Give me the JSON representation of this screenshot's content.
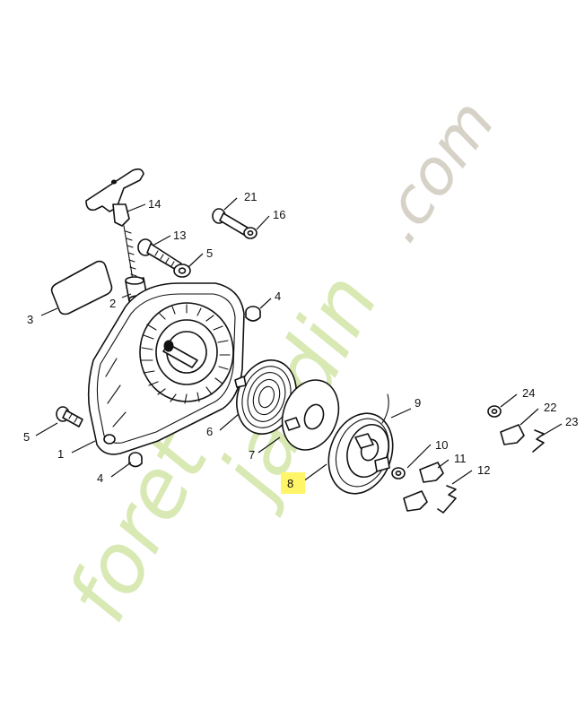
{
  "callouts": {
    "c1": "1",
    "c2": "2",
    "c3": "3",
    "c4a": "4",
    "c4b": "4",
    "c5a": "5",
    "c5b": "5",
    "c6": "6",
    "c7": "7",
    "c8": "8",
    "c9": "9",
    "c10": "10",
    "c11": "11",
    "c12": "12",
    "c13": "13",
    "c14": "14",
    "c16": "16",
    "c21": "21",
    "c22": "22",
    "c23": "23",
    "c24": "24"
  },
  "highlight": {
    "color": "#fff566",
    "part": "8"
  },
  "watermark": {
    "left": "foret",
    "middle": "jardin",
    "right": ".com",
    "green": "#d9e9b4",
    "gray": "#d7d2c8"
  }
}
